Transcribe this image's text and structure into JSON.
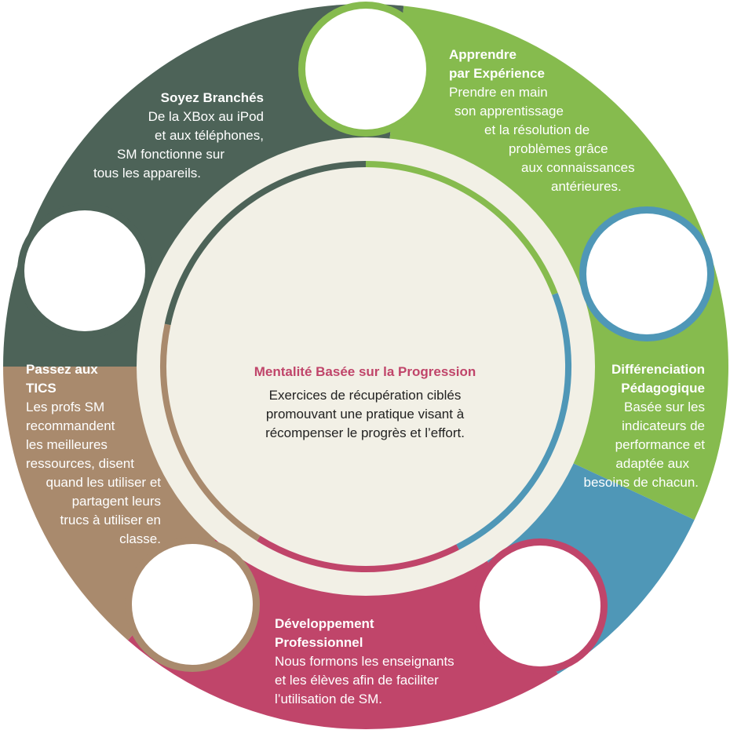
{
  "colors": {
    "dark_green": "#4d6358",
    "light_green": "#86bb4e",
    "blue": "#4f97b7",
    "pink": "#c0456a",
    "tan": "#a98a6d",
    "cream": "#f2f0e6",
    "white": "#ffffff"
  },
  "center": {
    "title": "Mentalité Basée sur la Progression",
    "body_lines": [
      "Exercices de récupération ciblés",
      "promouvant une pratique visant à",
      "récompenser le progrès et l’effort."
    ]
  },
  "segments": [
    {
      "id": "soyez-branches",
      "color": "dark_green",
      "title_lines": [
        "Soyez Branchés"
      ],
      "body_lines": [
        "De la XBox au iPod",
        "et aux téléphones,",
        "SM fonctionne sur",
        "tous les appareils."
      ]
    },
    {
      "id": "apprendre",
      "color": "light_green",
      "title_lines": [
        "Apprendre",
        "par Expérience"
      ],
      "body_lines": [
        "Prendre en main",
        "son apprentissage",
        "et la résolution de",
        "problèmes grâce",
        "aux connaissances",
        "antérieures."
      ]
    },
    {
      "id": "differenciation",
      "color": "blue",
      "title_lines": [
        "Différenciation",
        "Pédagogique"
      ],
      "body_lines": [
        "Basée sur les",
        "indicateurs de",
        "performance et",
        "adaptée aux",
        "besoins de chacun."
      ]
    },
    {
      "id": "developpement",
      "color": "pink",
      "title_lines": [
        "Développement",
        "Professionnel"
      ],
      "body_lines": [
        "Nous formons les enseignants",
        "et les élèves afin de faciliter",
        "l’utilisation de SM."
      ]
    },
    {
      "id": "passez-aux-tics",
      "color": "tan",
      "title_lines": [
        "Passez aux",
        "TICS"
      ],
      "body_lines": [
        "Les profs SM",
        "recommandent",
        "les meilleures",
        "ressources, disent",
        "quand les utiliser et",
        "partagent leurs",
        "trucs à utiliser en",
        "classe."
      ]
    }
  ]
}
